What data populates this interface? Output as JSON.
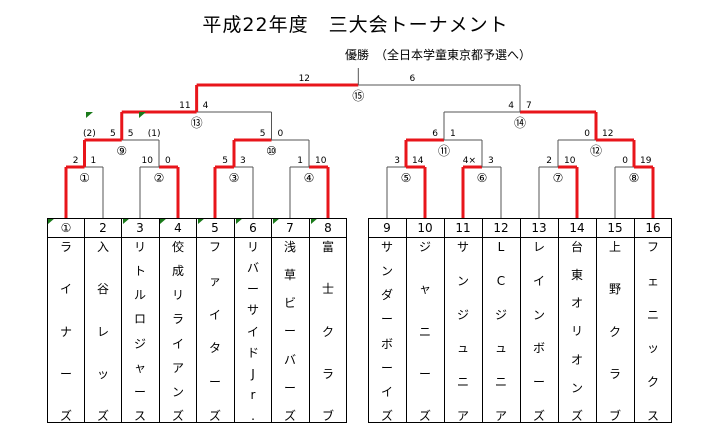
{
  "title": "平成22年度　三大会トーナメント",
  "subtitle": "優勝　（全日本学童東京都予選へ）",
  "final": {
    "label": "⑮",
    "score_left": "12",
    "score_right": "6"
  },
  "matches": [
    {
      "label": "①",
      "score_left": "2",
      "score_right": "1"
    },
    {
      "label": "②",
      "score_left": "10",
      "score_right": "0"
    },
    {
      "label": "③",
      "score_left": "5",
      "score_right": "3"
    },
    {
      "label": "④",
      "score_left": "1",
      "score_right": "10"
    },
    {
      "label": "⑤",
      "score_left": "3",
      "score_right": "14"
    },
    {
      "label": "⑥",
      "score_left": "4×",
      "score_right": "3"
    },
    {
      "label": "⑦",
      "score_left": "2",
      "score_right": "10"
    },
    {
      "label": "⑧",
      "score_left": "0",
      "score_right": "19"
    },
    {
      "label": "⑨",
      "score_left": "5",
      "score_right": "5",
      "note_left": "(2)",
      "note_right": "(1)"
    },
    {
      "label": "⑩",
      "score_left": "5",
      "score_right": "0"
    },
    {
      "label": "⑪",
      "score_left": "6",
      "score_right": "1"
    },
    {
      "label": "⑫",
      "score_left": "0",
      "score_right": "12"
    },
    {
      "label": "⑬",
      "score_left": "11",
      "score_right": "4"
    },
    {
      "label": "⑭",
      "score_left": "4",
      "score_right": "7"
    }
  ],
  "teams": [
    {
      "num": "①",
      "name": [
        "ラ",
        "イ",
        "ナ",
        "ー",
        "ズ"
      ]
    },
    {
      "num": "2",
      "name": [
        "入",
        "谷",
        "レ",
        "ッ",
        "ズ"
      ]
    },
    {
      "num": "3",
      "name": [
        "リ",
        "ト",
        "ル",
        "ロ",
        "ジ",
        "ャ",
        "ー",
        "ス"
      ]
    },
    {
      "num": "4",
      "name": [
        "佼",
        "成",
        "リ",
        "ラ",
        "イ",
        "ア",
        "ン",
        "ズ"
      ]
    },
    {
      "num": "5",
      "name": [
        "フ",
        "ァ",
        "イ",
        "タ",
        "ー",
        "ズ"
      ]
    },
    {
      "num": "6",
      "name": [
        "リ",
        "バ",
        "ー",
        "サ",
        "イ",
        "ド",
        "J",
        "r",
        "."
      ]
    },
    {
      "num": "7",
      "name": [
        "浅",
        "草",
        "ビ",
        "ー",
        "バ",
        "ー",
        "ズ"
      ]
    },
    {
      "num": "8",
      "name": [
        "富",
        "士",
        "ク",
        "ラ",
        "ブ"
      ]
    },
    {
      "num": "9",
      "name": [
        "サ",
        "ン",
        "ダ",
        "ー",
        "ボ",
        "ー",
        "イ",
        "ズ"
      ]
    },
    {
      "num": "10",
      "name": [
        "ジ",
        "ャ",
        "ニ",
        "ー",
        "ズ"
      ]
    },
    {
      "num": "11",
      "name": [
        "サ",
        "ン",
        "ジ",
        "ュ",
        "ニ",
        "ア"
      ]
    },
    {
      "num": "12",
      "name": [
        "L",
        "C",
        "ジ",
        "ュ",
        "ニ",
        "ア"
      ]
    },
    {
      "num": "13",
      "name": [
        "レ",
        "イ",
        "ン",
        "ボ",
        "ー",
        "ズ"
      ]
    },
    {
      "num": "14",
      "name": [
        "台",
        "東",
        "オ",
        "リ",
        "オ",
        "ン",
        "ズ"
      ]
    },
    {
      "num": "15",
      "name": [
        "上",
        "野",
        "ク",
        "ラ",
        "ブ"
      ]
    },
    {
      "num": "16",
      "name": [
        "フ",
        "ェ",
        "ニ",
        "ッ",
        "ク",
        "ス"
      ]
    }
  ]
}
